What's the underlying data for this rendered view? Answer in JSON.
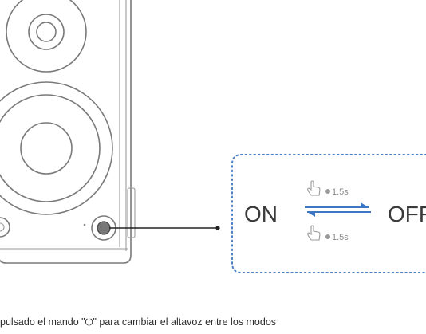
{
  "labels": {
    "on": "ON",
    "off": "OFF",
    "press_time_top": "1.5s",
    "press_time_bottom": "1.5s"
  },
  "caption": "pulsado el mando \"⏻\" para cambiar el altavoz entre los modos",
  "colors": {
    "dotted_border": "#4a7fc4",
    "arrow_blue": "#3d76c2",
    "line": "#7a7a7a",
    "connector": "#222222"
  },
  "icons": {
    "hand_press": "hand-pointer-icon",
    "power_knob": "power-icon"
  }
}
